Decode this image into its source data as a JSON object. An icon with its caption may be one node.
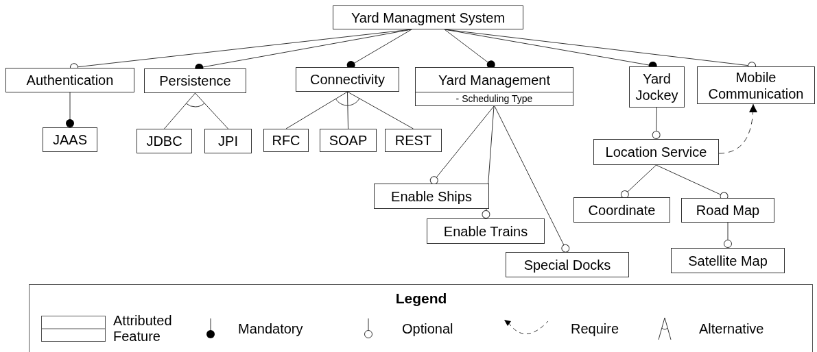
{
  "diagram": {
    "nodes": [
      {
        "text": [
          "Yard Managment System"
        ]
      },
      {
        "text": [
          "Authentication"
        ]
      },
      {
        "text": [
          "Persistence"
        ]
      },
      {
        "text": [
          "Connectivity"
        ]
      },
      {
        "text": [
          "Yard Management",
          "- Scheduling Type"
        ]
      },
      {
        "text": [
          "Yard Jockey"
        ]
      },
      {
        "text": [
          "Mobile Communication"
        ]
      },
      {
        "text": [
          "JAAS"
        ]
      },
      {
        "text": [
          "JDBC"
        ]
      },
      {
        "text": [
          "JPI"
        ]
      },
      {
        "text": [
          "RFC"
        ]
      },
      {
        "text": [
          "SOAP"
        ]
      },
      {
        "text": [
          "REST"
        ]
      },
      {
        "text": [
          "Enable Ships"
        ]
      },
      {
        "text": [
          "Enable Trains"
        ]
      },
      {
        "text": [
          "Special Docks"
        ]
      },
      {
        "text": [
          "Location Service"
        ]
      },
      {
        "text": [
          "Coordinate"
        ]
      },
      {
        "text": [
          "Road Map"
        ]
      },
      {
        "text": [
          "Satellite Map"
        ]
      }
    ],
    "edges": [
      {
        "from": 0,
        "to": 1,
        "arrow": "other"
      },
      {
        "from": 0,
        "to": 2,
        "arrow": "other"
      },
      {
        "from": 0,
        "to": 3,
        "arrow": "other"
      },
      {
        "from": 0,
        "to": 4,
        "arrow": "other"
      },
      {
        "from": 0,
        "to": 5,
        "arrow": "other"
      },
      {
        "from": 0,
        "to": 6,
        "arrow": "other"
      },
      {
        "from": 1,
        "to": 7,
        "arrow": "other"
      },
      {
        "from": 2,
        "to": 8,
        "arrow": "none"
      },
      {
        "from": 2,
        "to": 9,
        "arrow": "none"
      },
      {
        "from": 3,
        "to": 10,
        "arrow": "none"
      },
      {
        "from": 3,
        "to": 11,
        "arrow": "none"
      },
      {
        "from": 3,
        "to": 12,
        "arrow": "none"
      },
      {
        "from": 4,
        "to": 13,
        "arrow": "other"
      },
      {
        "from": 4,
        "to": 14,
        "arrow": "other"
      },
      {
        "from": 4,
        "to": 15,
        "arrow": "other"
      },
      {
        "from": 5,
        "to": 16,
        "arrow": "other"
      },
      {
        "from": 16,
        "to": 17,
        "arrow": "other"
      },
      {
        "from": 16,
        "to": 18,
        "arrow": "other"
      },
      {
        "from": 18,
        "to": 19,
        "arrow": "other"
      },
      {
        "from": 16,
        "to": 6,
        "arrow": "to",
        "style": "dashed"
      }
    ],
    "labels": [
      "Legend"
    ],
    "legend": [
      {
        "text": "Attributed Feature"
      },
      {
        "text": "Mandatory"
      },
      {
        "text": "Optional"
      },
      {
        "text": "Require"
      },
      {
        "text": "Alternative"
      }
    ]
  }
}
